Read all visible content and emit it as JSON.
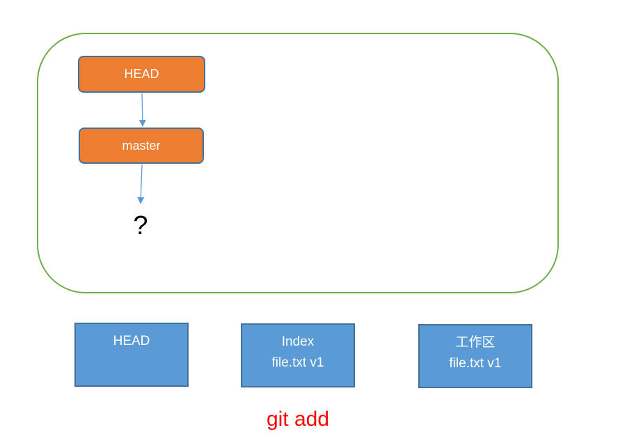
{
  "repository": {
    "refs": {
      "head_label": "HEAD",
      "branch_label": "master"
    },
    "commit_placeholder": "?"
  },
  "areas": {
    "head": {
      "title": "HEAD",
      "content": ""
    },
    "index": {
      "title": "Index",
      "content": "file.txt v1"
    },
    "working_directory": {
      "title": "工作区",
      "content": "file.txt v1"
    }
  },
  "command": "git add",
  "colors": {
    "frame": "#70ad47",
    "ref_fill": "#ed7d31",
    "area_fill": "#5b9bd5",
    "border": "#41719c",
    "arrow": "#5b9bd5",
    "command_text": "#ff0000"
  }
}
